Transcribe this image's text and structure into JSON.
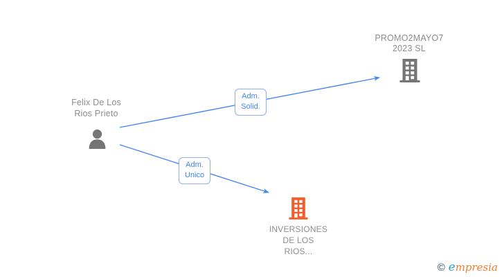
{
  "diagram": {
    "person": {
      "name_line1": "Felix De Los",
      "name_line2": "Rios Prieto",
      "icon": "person-silhouette"
    },
    "company_top": {
      "name_line1": "PROMO2MAYO7",
      "name_line2": "2023 SL",
      "icon": "building"
    },
    "company_bottom": {
      "name_line1": "INVERSIONES",
      "name_line2": "DE LOS",
      "name_line3": "RIOS...",
      "icon": "building"
    },
    "edges": [
      {
        "from": "Felix De Los Rios Prieto",
        "to": "PROMO2MAYO7 2023 SL",
        "label_line1": "Adm.",
        "label_line2": "Solid."
      },
      {
        "from": "Felix De Los Rios Prieto",
        "to": "INVERSIONES DE LOS RIOS...",
        "label_line1": "Adm.",
        "label_line2": "Unico"
      }
    ],
    "colors": {
      "edge_blue": "#4285f4",
      "label_border_blue": "#88aef8",
      "icon_gray": "#757575",
      "text_gray": "#8d8d8d",
      "company_orange": "#f65c29"
    }
  },
  "footer": {
    "copyright_symbol": "©",
    "brand_first_letter": "e",
    "brand_rest": "mpresia"
  }
}
